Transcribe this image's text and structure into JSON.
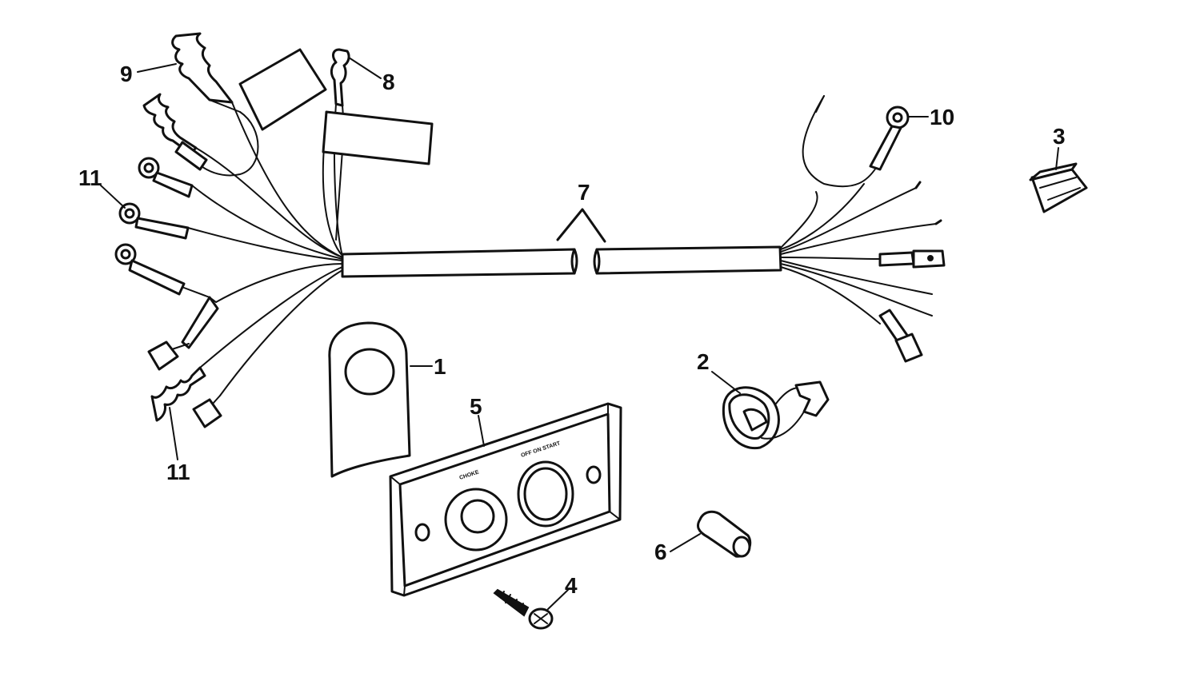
{
  "callouts": {
    "c1": "1",
    "c2": "2",
    "c3": "3",
    "c4": "4",
    "c5": "5",
    "c6": "6",
    "c7": "7",
    "c8": "8",
    "c9": "9",
    "c10": "10",
    "c11a": "11",
    "c11b": "11"
  },
  "panel": {
    "left_label": "CHOKE",
    "right_label": "OFF ON START"
  }
}
